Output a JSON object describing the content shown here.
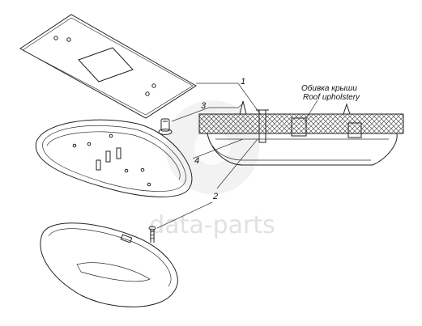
{
  "callouts": [
    "1",
    "2",
    "3",
    "4"
  ],
  "annotation": {
    "line_ru": "Обивка крыши",
    "line_en": "Roof upholstery"
  },
  "watermark": {
    "text": "data-parts"
  },
  "colors": {
    "line": "#222222",
    "watermark": "#cfcfcf",
    "background": "#ffffff"
  }
}
